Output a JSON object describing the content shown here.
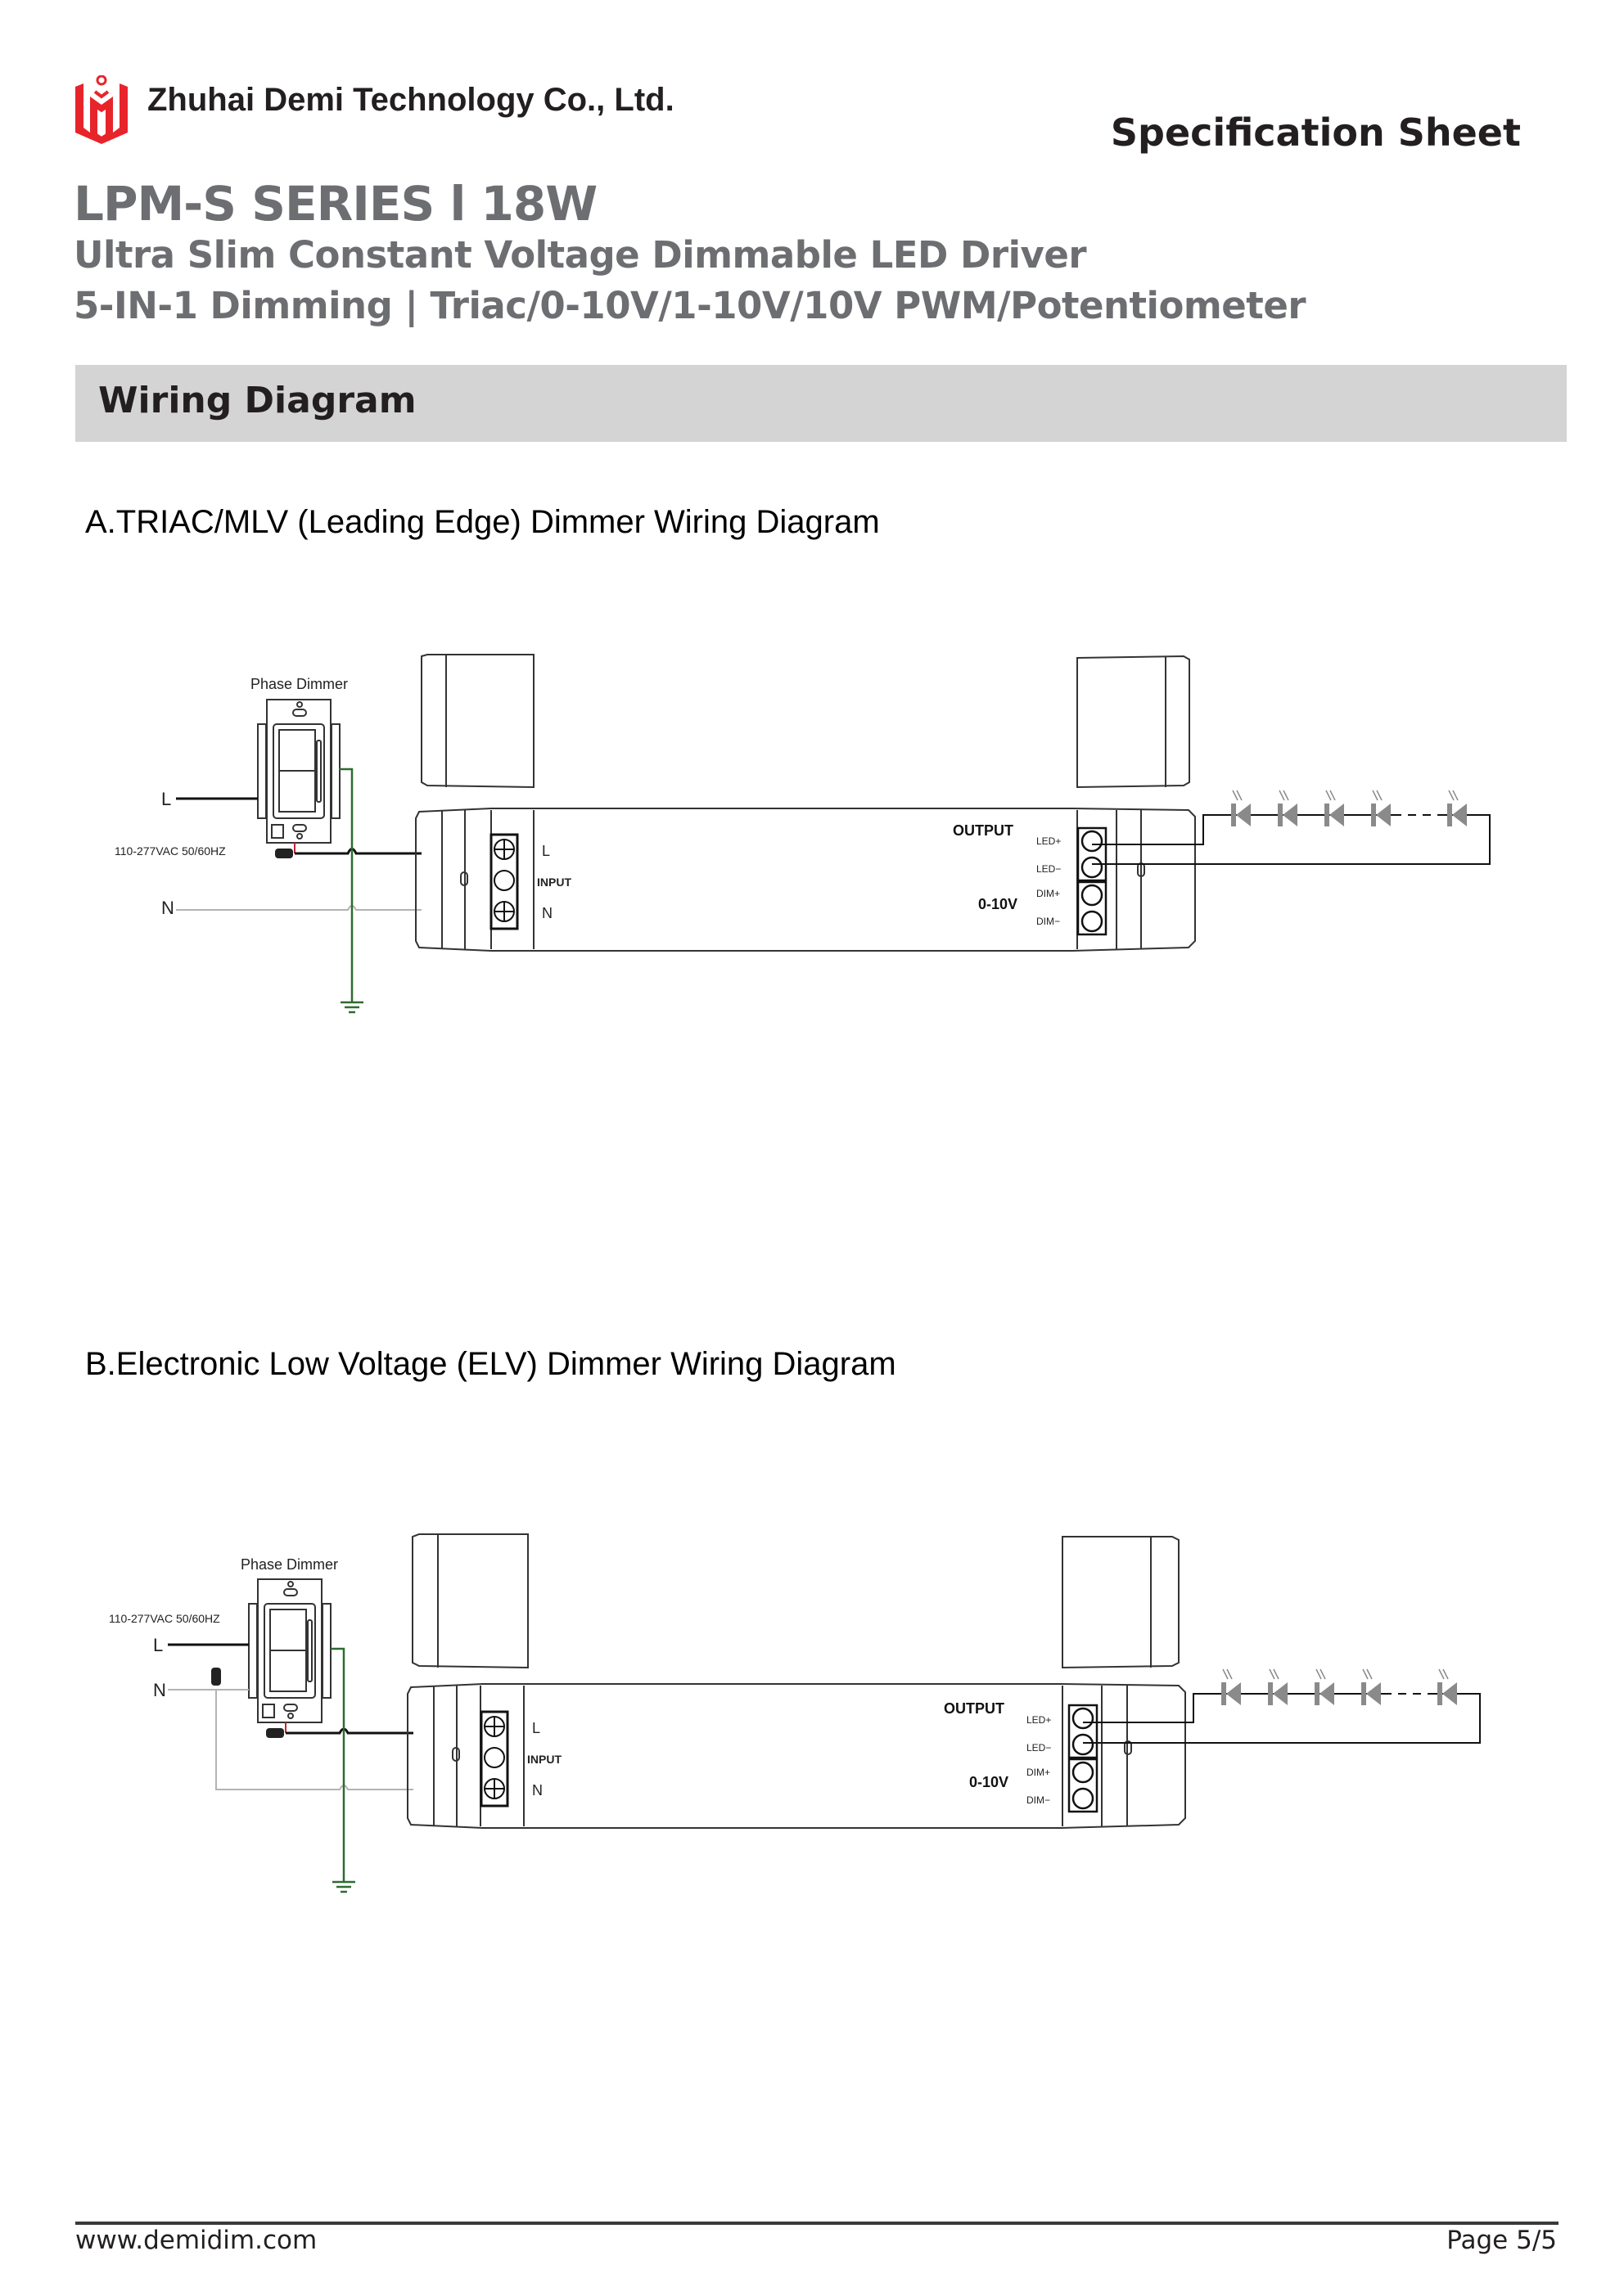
{
  "header": {
    "company_name": "Zhuhai Demi Technology Co., Ltd.",
    "doc_type": "Specification Sheet",
    "logo_icon": "demi-logo-icon",
    "brand_color": "#e8242b"
  },
  "product": {
    "series": "LPM-S SERIES l 18W",
    "subtitle": "Ultra Slim Constant Voltage Dimmable LED Driver",
    "dimming": "5-IN-1 Dimming |  Triac/0-10V/1-10V/10V PWM/Potentiometer"
  },
  "section": {
    "title": "Wiring Diagram"
  },
  "diagrams": [
    {
      "title": "A.TRIAC/MLV (Leading Edge) Dimmer Wiring Diagram",
      "dimmer_label": "Phase Dimmer",
      "supply_label": "110-277VAC 50/60HZ",
      "line_label": "L",
      "neutral_label": "N",
      "input_l": "L",
      "input_label": "INPUT",
      "input_n": "N",
      "output_label": "OUTPUT",
      "dim_label": "0-10V",
      "terminals": [
        "LED+",
        "LED−",
        "DIM+",
        "DIM−"
      ],
      "led_count_shown": 5
    },
    {
      "title": "B.Electronic Low Voltage (ELV) Dimmer Wiring Diagram",
      "dimmer_label": "Phase Dimmer",
      "supply_label": "110-277VAC 50/60HZ",
      "line_label": "L",
      "neutral_label": "N",
      "input_l": "L",
      "input_label": "INPUT",
      "input_n": "N",
      "output_label": "OUTPUT",
      "dim_label": "0-10V",
      "terminals": [
        "LED+",
        "LED−",
        "DIM+",
        "DIM−"
      ],
      "led_count_shown": 5
    }
  ],
  "wire_colors": {
    "line": "#111111",
    "neutral": "#b3b3b3",
    "ground": "#2e6b30",
    "dimmer_lead": "#c0282d",
    "led": "#8a8a8a"
  },
  "footer": {
    "website": "www.demidim.com",
    "page": "Page 5/5"
  }
}
